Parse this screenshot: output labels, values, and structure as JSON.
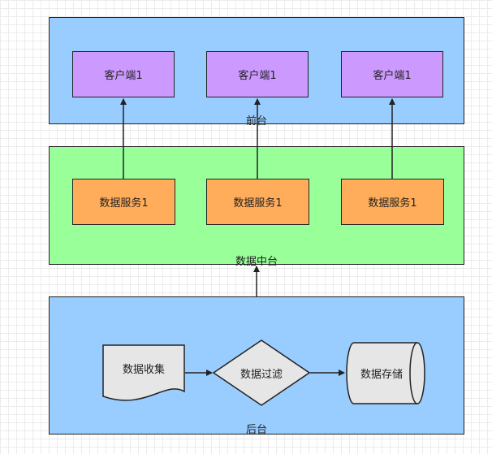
{
  "frontend": {
    "label": "前台",
    "clients": [
      "客户端1",
      "客户端1",
      "客户端1"
    ]
  },
  "middle": {
    "label": "数据中台",
    "services": [
      "数据服务1",
      "数据服务1",
      "数据服务1"
    ]
  },
  "backend": {
    "label": "后台",
    "collect": "数据收集",
    "filter": "数据过滤",
    "storage": "数据存储"
  },
  "colors": {
    "layer_blue": "#99ccff",
    "layer_green": "#99ff99",
    "client_purple": "#cc99ff",
    "service_orange": "#ffad5a",
    "shape_gray": "#e6e6e6"
  }
}
